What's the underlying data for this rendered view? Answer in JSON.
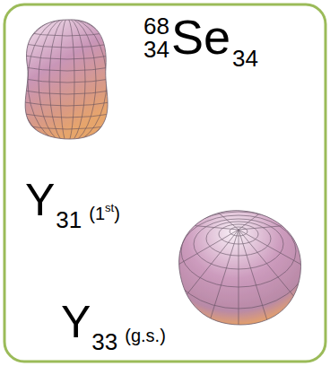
{
  "diagram": {
    "labels": [
      "68",
      "34",
      "Se",
      "34",
      "Y",
      "31",
      "(1",
      "st",
      ")",
      "Y",
      "33",
      "(g.s.)"
    ]
  }
}
